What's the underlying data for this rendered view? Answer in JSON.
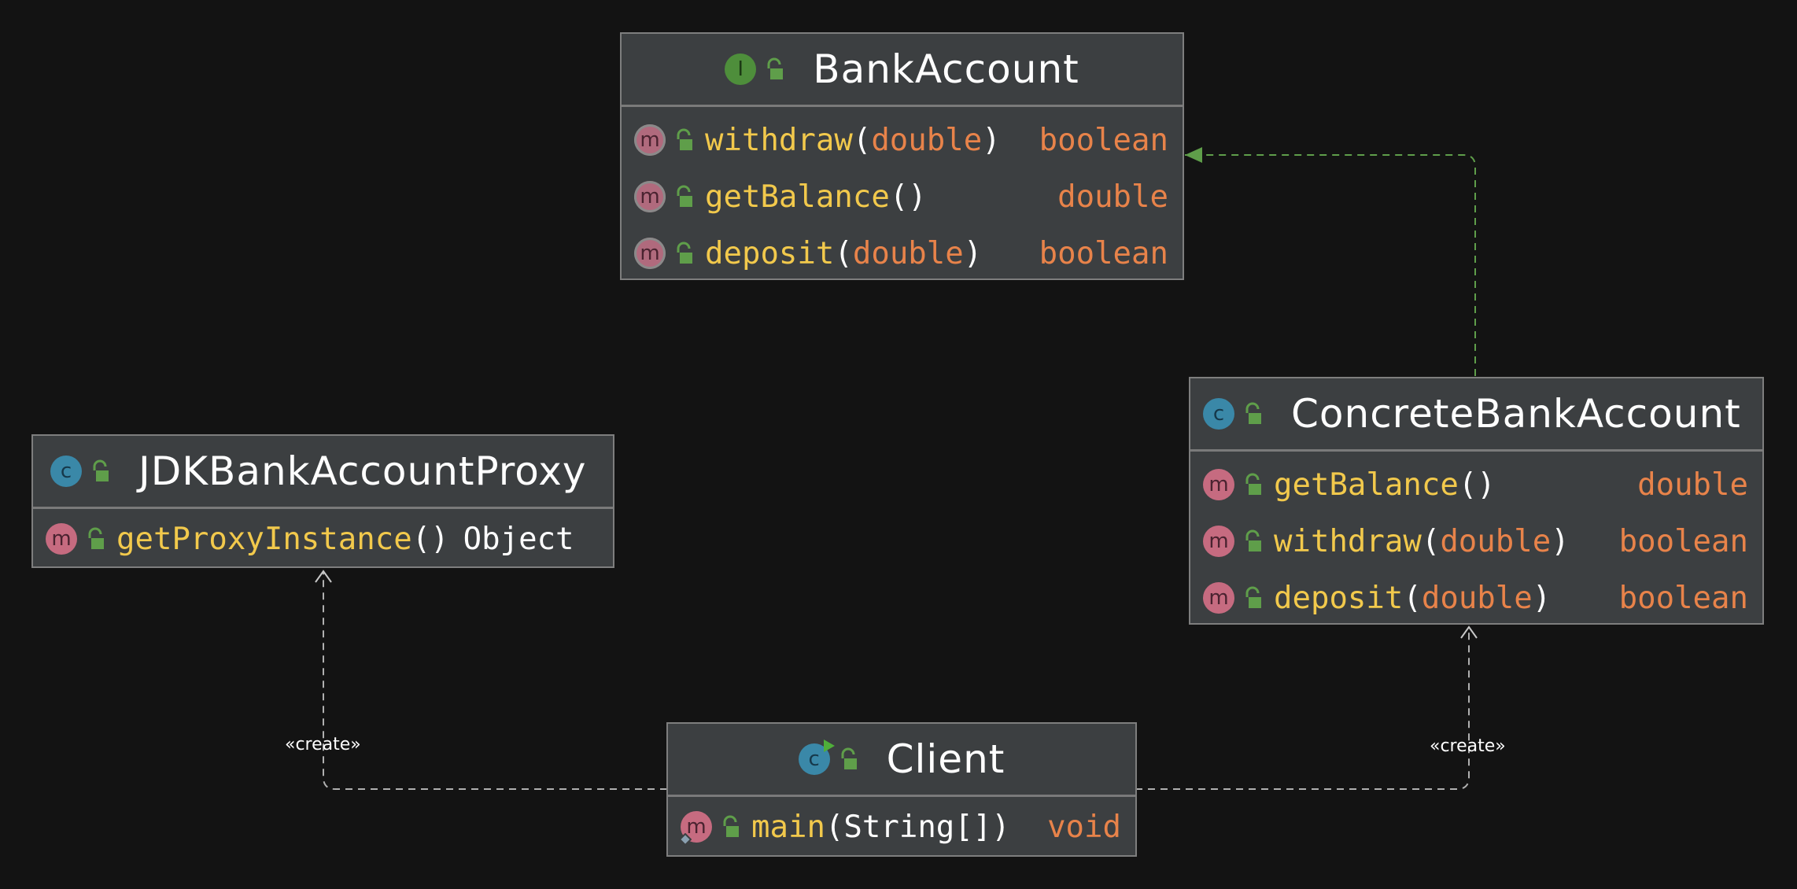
{
  "nodes": {
    "bank_account": {
      "name": "BankAccount",
      "kind_icon": "interface-icon",
      "methods": [
        {
          "name": "withdraw",
          "open": "(",
          "param": "double",
          "close": ")",
          "ret": "boolean"
        },
        {
          "name": "getBalance",
          "open": "()",
          "param": "",
          "close": "",
          "ret": "double"
        },
        {
          "name": "deposit",
          "open": "(",
          "param": "double",
          "close": ")",
          "ret": "boolean"
        }
      ]
    },
    "concrete_bank_account": {
      "name": "ConcreteBankAccount",
      "kind_icon": "class-icon",
      "methods": [
        {
          "name": "getBalance",
          "open": "()",
          "param": "",
          "close": "",
          "ret": "double"
        },
        {
          "name": "withdraw",
          "open": "(",
          "param": "double",
          "close": ")",
          "ret": "boolean"
        },
        {
          "name": "deposit",
          "open": "(",
          "param": "double",
          "close": ")",
          "ret": "boolean"
        }
      ]
    },
    "jdk_proxy": {
      "name": "JDKBankAccountProxy",
      "kind_icon": "class-icon",
      "methods": [
        {
          "name": "getProxyInstance",
          "open": "()",
          "param": "",
          "close": "",
          "ret": "Object"
        }
      ]
    },
    "client": {
      "name": "Client",
      "kind_icon": "runnable-class-icon",
      "methods": [
        {
          "name": "main",
          "open": "(",
          "param": "String[]",
          "close": ")",
          "ret": "void"
        }
      ]
    }
  },
  "edges": [
    {
      "from": "ConcreteBankAccount",
      "to": "BankAccount",
      "type": "implements",
      "label": ""
    },
    {
      "from": "Client",
      "to": "JDKBankAccountProxy",
      "type": "dependency",
      "label": "«create»"
    },
    {
      "from": "Client",
      "to": "ConcreteBankAccount",
      "type": "dependency",
      "label": "«create»"
    }
  ],
  "colors": {
    "background": "#131313",
    "node_fill": "#3c3f41",
    "method_name": "#f2c94c",
    "type": "#e8834a",
    "implements_edge": "#5f9e4a",
    "dependency_edge": "#b0b0b0"
  }
}
